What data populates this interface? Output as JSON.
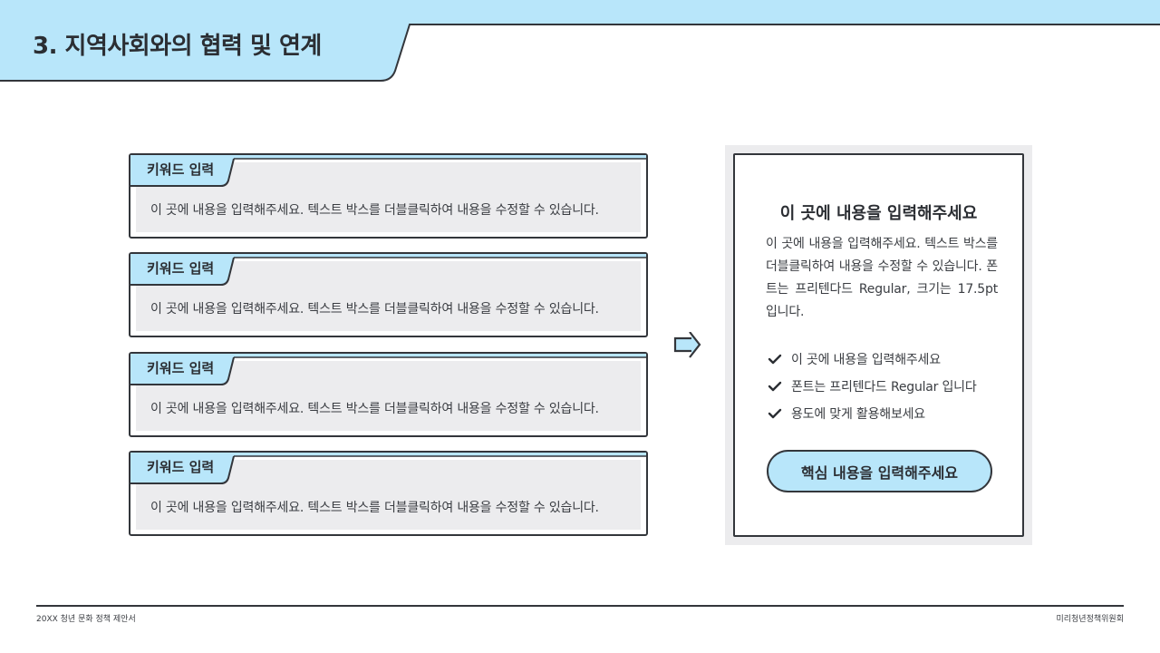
{
  "header": {
    "title": "3. 지역사회와의 협력 및 연계"
  },
  "keyword_cards": [
    {
      "label": "키워드 입력",
      "text": "이 곳에 내용을 입력해주세요. 텍스트 박스를 더블클릭하여 내용을 수정할 수 있습니다."
    },
    {
      "label": "키워드 입력",
      "text": "이 곳에 내용을 입력해주세요. 텍스트 박스를 더블클릭하여 내용을 수정할 수 있습니다."
    },
    {
      "label": "키워드 입력",
      "text": "이 곳에 내용을 입력해주세요. 텍스트 박스를 더블클릭하여 내용을 수정할 수 있습니다."
    },
    {
      "label": "키워드 입력",
      "text": "이 곳에 내용을 입력해주세요. 텍스트 박스를 더블클릭하여 내용을 수정할 수 있습니다."
    }
  ],
  "arrow_icon": "arrow-right-icon",
  "panel": {
    "title": "이 곳에 내용을 입력해주세요",
    "description": "이 곳에 내용을 입력해주세요. 텍스트 박스를 더블클릭하여 내용을 수정할 수 있습니다. 폰트는 프리텐다드 Regular, 크기는 17.5pt 입니다.",
    "checklist": [
      "이 곳에 내용을 입력해주세요",
      "폰트는 프리텐다드 Regular 입니다",
      "용도에 맞게 활용해보세요"
    ],
    "button_label": "핵심 내용을 입력해주세요"
  },
  "footer": {
    "left": "20XX 청년 문화 정책 제안서",
    "right": "미리청년정책위원회"
  },
  "colors": {
    "accent": "#b8e6fa",
    "outline": "#33363b",
    "card_fill": "#ececee",
    "text": "#2b2e33"
  }
}
